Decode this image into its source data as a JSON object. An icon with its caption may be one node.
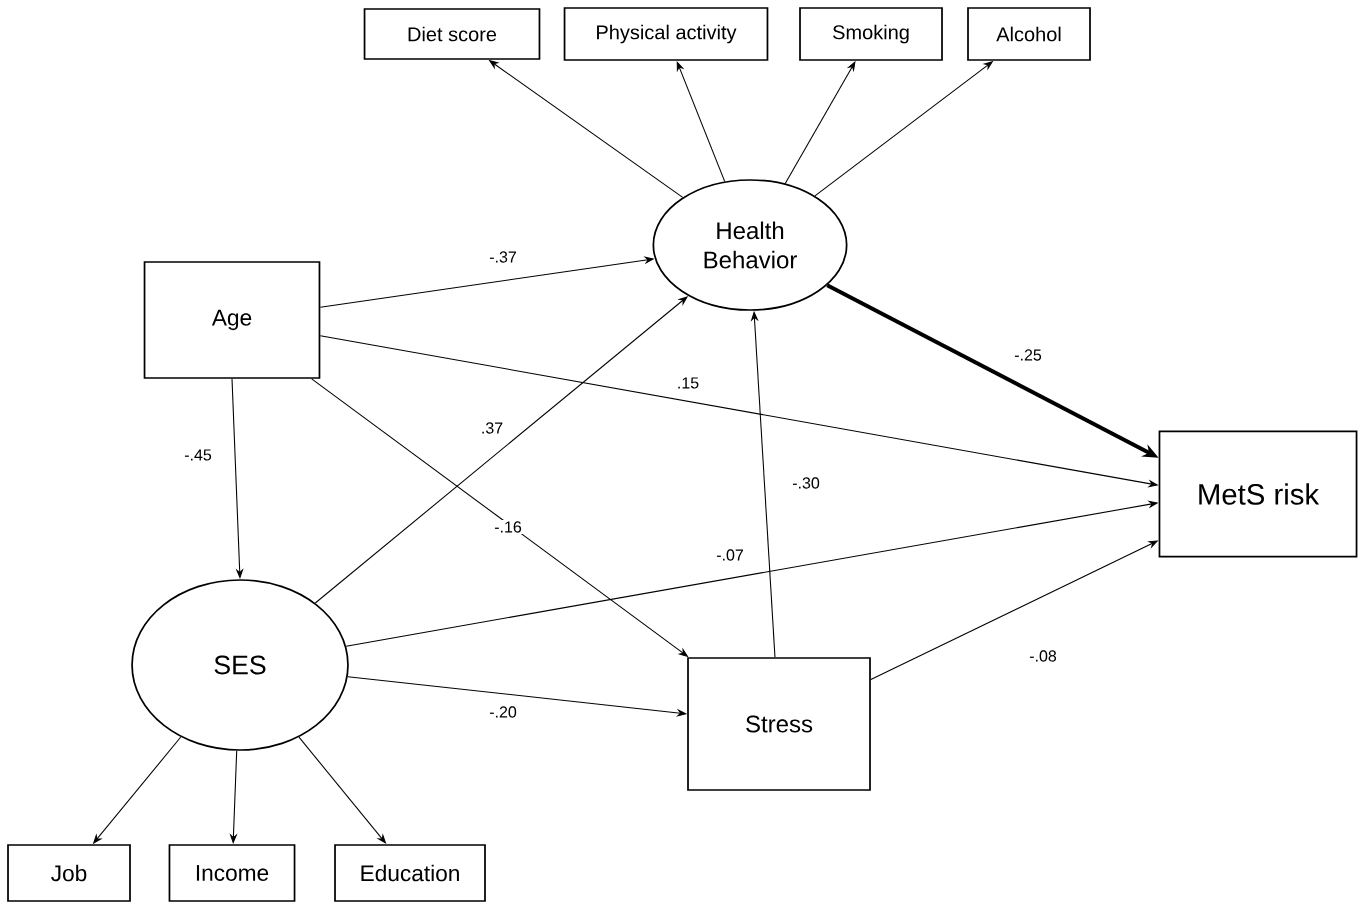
{
  "diagram": {
    "nodes": [
      {
        "text": [
          "Diet score"
        ]
      },
      {
        "text": [
          "Physical activity"
        ]
      },
      {
        "text": [
          "Smoking"
        ]
      },
      {
        "text": [
          "Alcohol"
        ]
      },
      {
        "text": [
          "Health Behavior"
        ]
      },
      {
        "text": [
          "Age"
        ]
      },
      {
        "text": [
          "MetS risk"
        ]
      },
      {
        "text": [
          "SES"
        ]
      },
      {
        "text": [
          "Stress"
        ]
      },
      {
        "text": [
          "Job"
        ]
      },
      {
        "text": [
          "Income"
        ]
      },
      {
        "text": [
          "Education"
        ]
      }
    ],
    "edges": [
      {
        "from": 4,
        "to": 0,
        "arrow": "to"
      },
      {
        "from": 4,
        "to": 1,
        "arrow": "to"
      },
      {
        "from": 4,
        "to": 2,
        "arrow": "to"
      },
      {
        "from": 4,
        "to": 3,
        "arrow": "to"
      },
      {
        "from": 5,
        "to": 4,
        "arrow": "to",
        "label": "-.37"
      },
      {
        "from": 5,
        "to": 6,
        "arrow": "to",
        "label": ".15"
      },
      {
        "from": 5,
        "to": 7,
        "arrow": "to",
        "label": "-.45"
      },
      {
        "from": 5,
        "to": 8,
        "arrow": "to",
        "label": "-.16"
      },
      {
        "from": 7,
        "to": 4,
        "arrow": "to",
        "label": ".37"
      },
      {
        "from": 7,
        "to": 6,
        "arrow": "to",
        "label": "-.07"
      },
      {
        "from": 7,
        "to": 8,
        "arrow": "to",
        "label": "-.20"
      },
      {
        "from": 8,
        "to": 4,
        "arrow": "to",
        "label": "-.30"
      },
      {
        "from": 8,
        "to": 6,
        "arrow": "to",
        "label": "-.08"
      },
      {
        "from": 4,
        "to": 6,
        "arrow": "to",
        "label": "-.25",
        "style": "thick"
      },
      {
        "from": 7,
        "to": 9,
        "arrow": "to"
      },
      {
        "from": 7,
        "to": 10,
        "arrow": "to"
      },
      {
        "from": 7,
        "to": 11,
        "arrow": "to"
      }
    ]
  }
}
